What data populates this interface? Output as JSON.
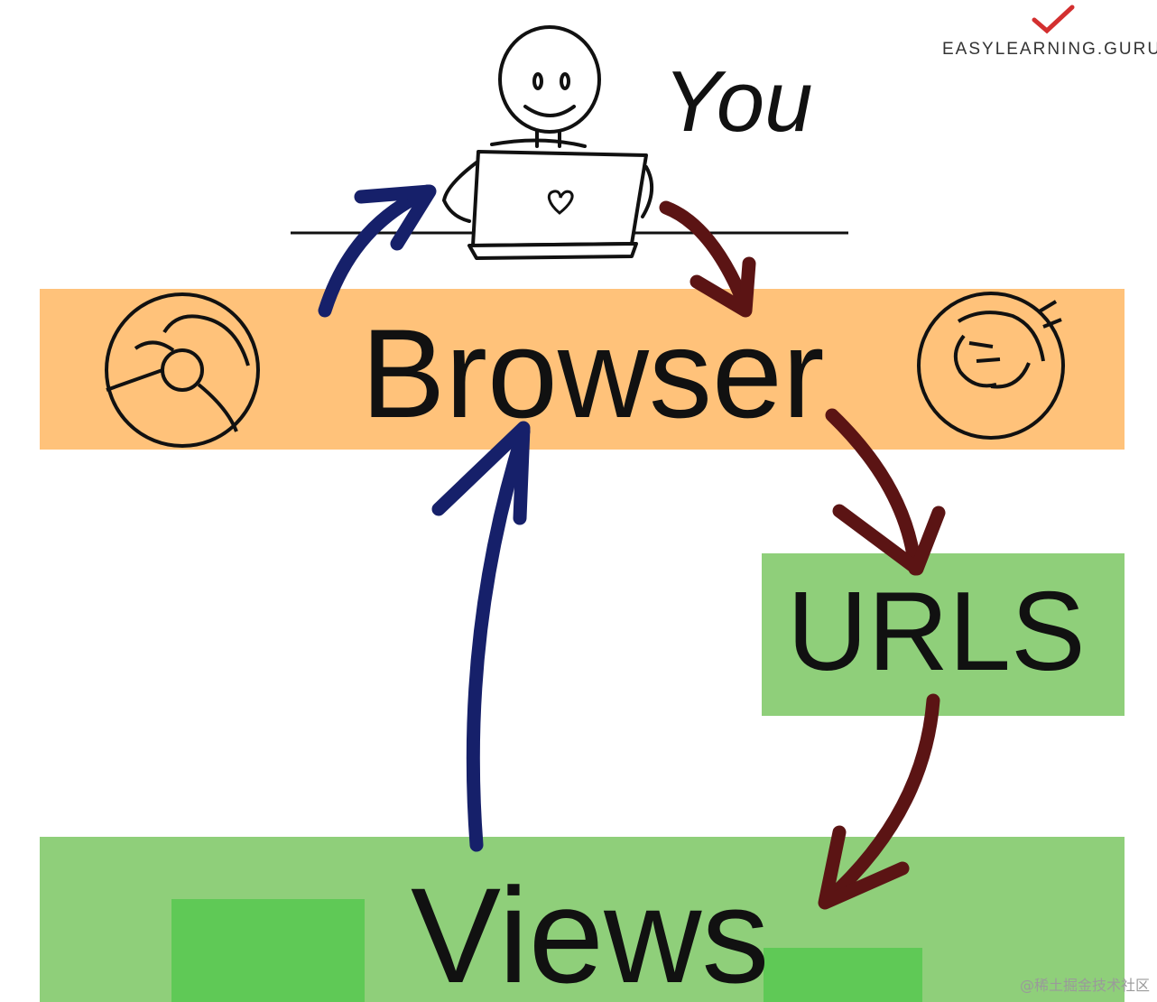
{
  "brand": {
    "name": "EASYLEARNING.GURU",
    "accent": "#d32f2f"
  },
  "labels": {
    "you": "You",
    "browser": "Browser",
    "urls": "URLS",
    "views": "Views"
  },
  "watermark": "@稀土掘金技术社区",
  "colors": {
    "browser_band": "#ffc27a",
    "urls_band": "#8fcf7a",
    "views_band": "#8fcf7a",
    "views_inner_blocks": "#5fc956",
    "request_arrows": "#5b1414",
    "response_arrows": "#16206a",
    "ink": "#111111"
  },
  "icons": [
    "person-icon",
    "laptop-icon",
    "heart-icon",
    "chrome-icon",
    "firefox-icon"
  ]
}
